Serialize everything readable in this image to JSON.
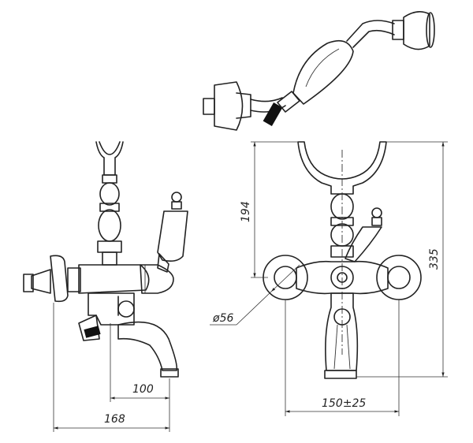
{
  "dimensions": {
    "spout_reach": "100",
    "side_depth": "168",
    "shower_holder_height": "194",
    "total_height": "335",
    "escutcheon_diameter": "ø56",
    "center_distance": "150±25"
  },
  "colors": {
    "line": "#222222",
    "background": "#ffffff"
  }
}
